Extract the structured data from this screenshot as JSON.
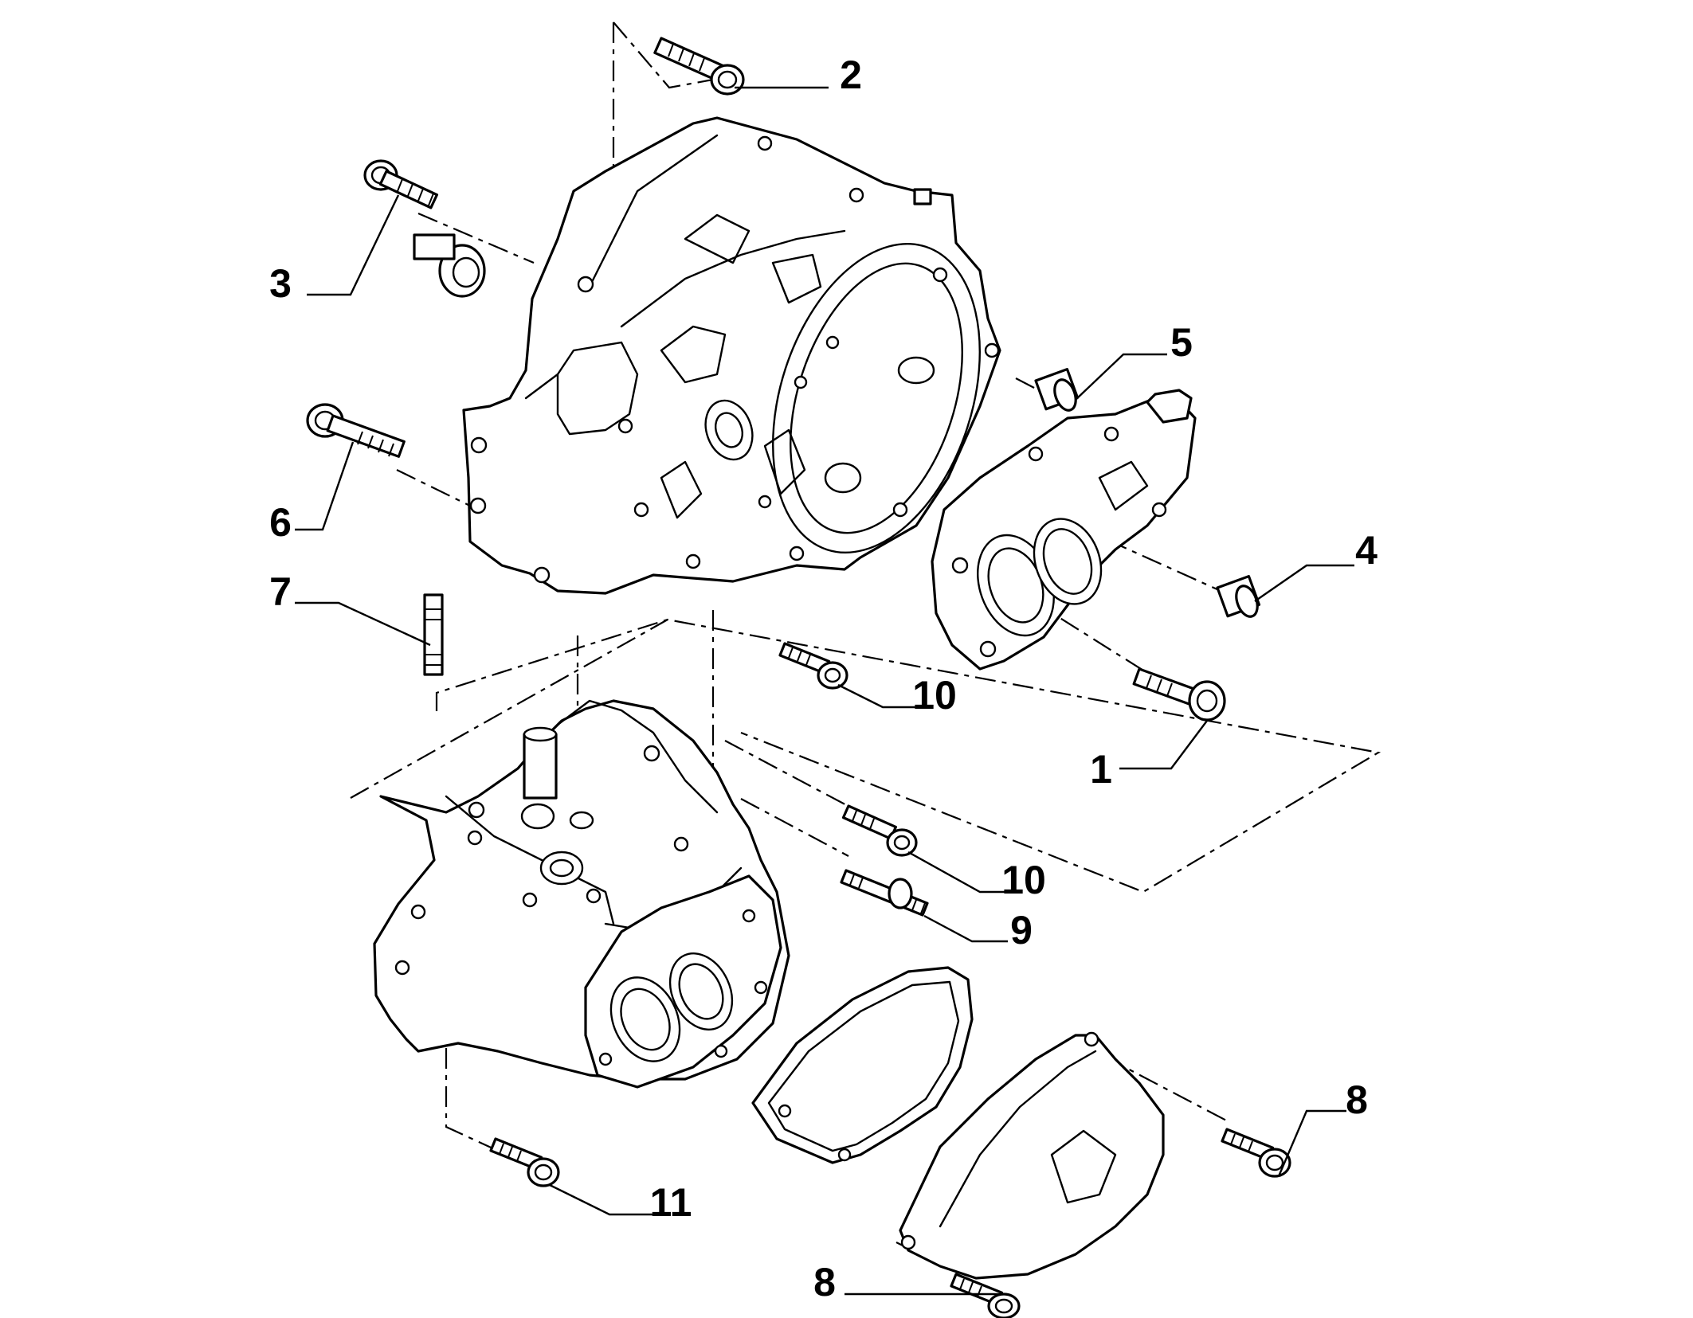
{
  "callouts": [
    {
      "id": "1",
      "label": "1"
    },
    {
      "id": "2",
      "label": "2"
    },
    {
      "id": "3",
      "label": "3"
    },
    {
      "id": "4",
      "label": "4"
    },
    {
      "id": "5",
      "label": "5"
    },
    {
      "id": "6",
      "label": "6"
    },
    {
      "id": "7",
      "label": "7"
    },
    {
      "id": "8a",
      "label": "8"
    },
    {
      "id": "8b",
      "label": "8"
    },
    {
      "id": "9",
      "label": "9"
    },
    {
      "id": "10a",
      "label": "10"
    },
    {
      "id": "10b",
      "label": "10"
    },
    {
      "id": "11",
      "label": "11"
    }
  ],
  "colors": {
    "line": "#000000",
    "background": "#ffffff"
  }
}
